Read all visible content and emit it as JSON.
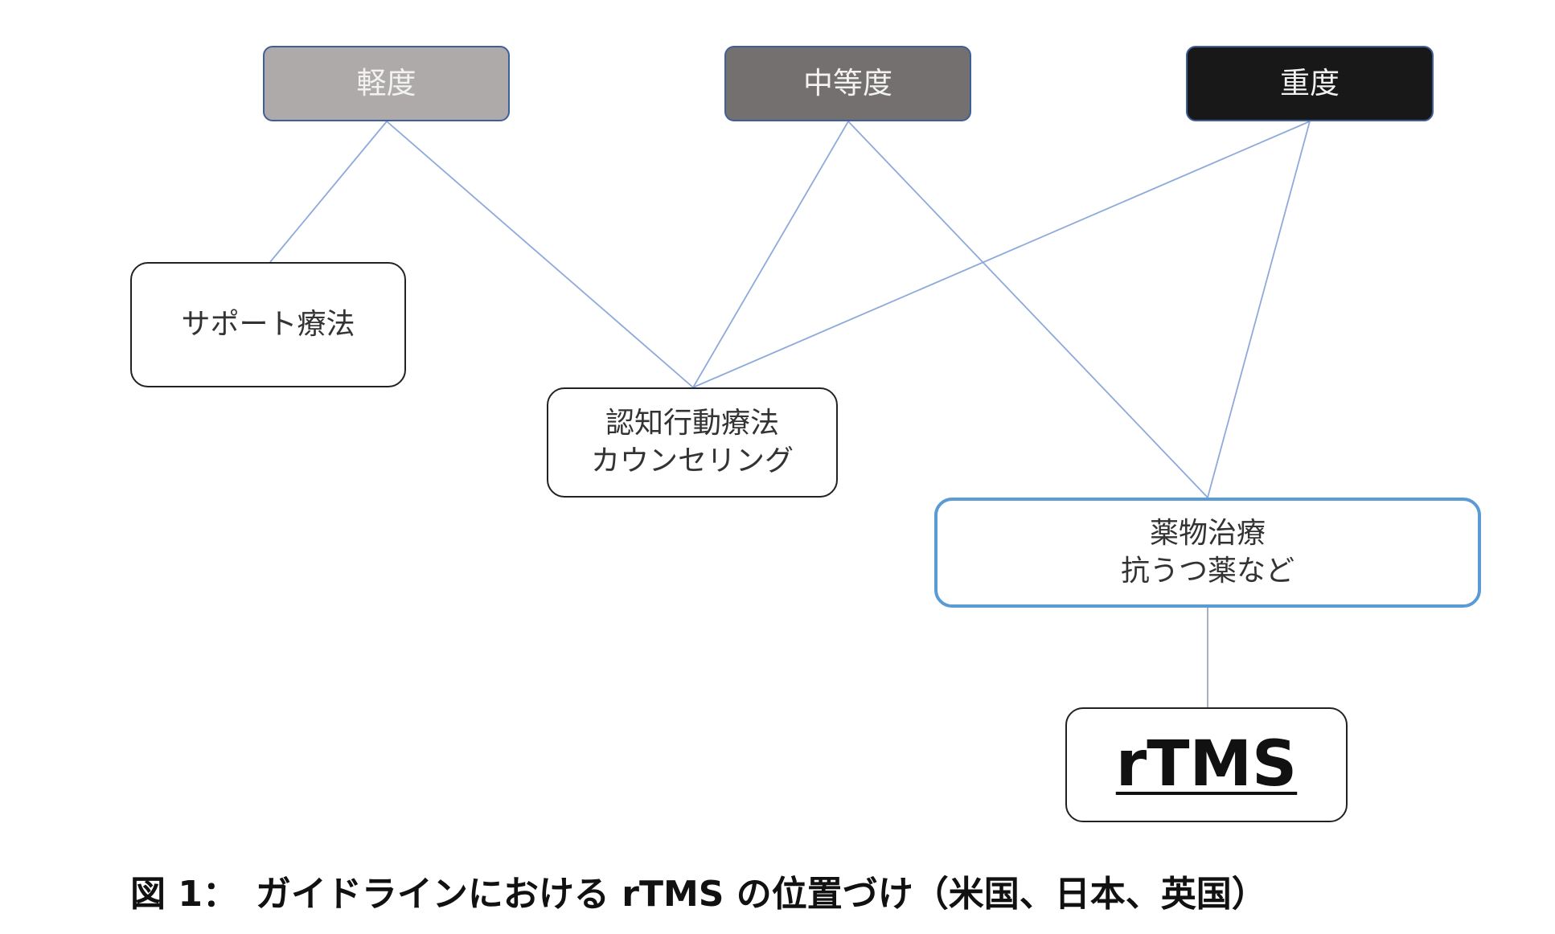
{
  "severity": {
    "mild": "軽度",
    "moderate": "中等度",
    "severe": "重度"
  },
  "nodes": {
    "support": "サポート療法",
    "cbt_line1": "認知行動療法",
    "cbt_line2": "カウンセリング",
    "drug_line1": "薬物治療",
    "drug_line2": "抗うつ薬など",
    "rtms": "rTMS"
  },
  "caption": "図 1：　ガイドラインにおける rTMS の位置づけ（米国、日本、英国）",
  "colors": {
    "mild": "#aeaaaa",
    "moderate": "#757070",
    "severe": "#181818",
    "connector": "#8eaadb",
    "drug_border": "#5b9bd5"
  }
}
